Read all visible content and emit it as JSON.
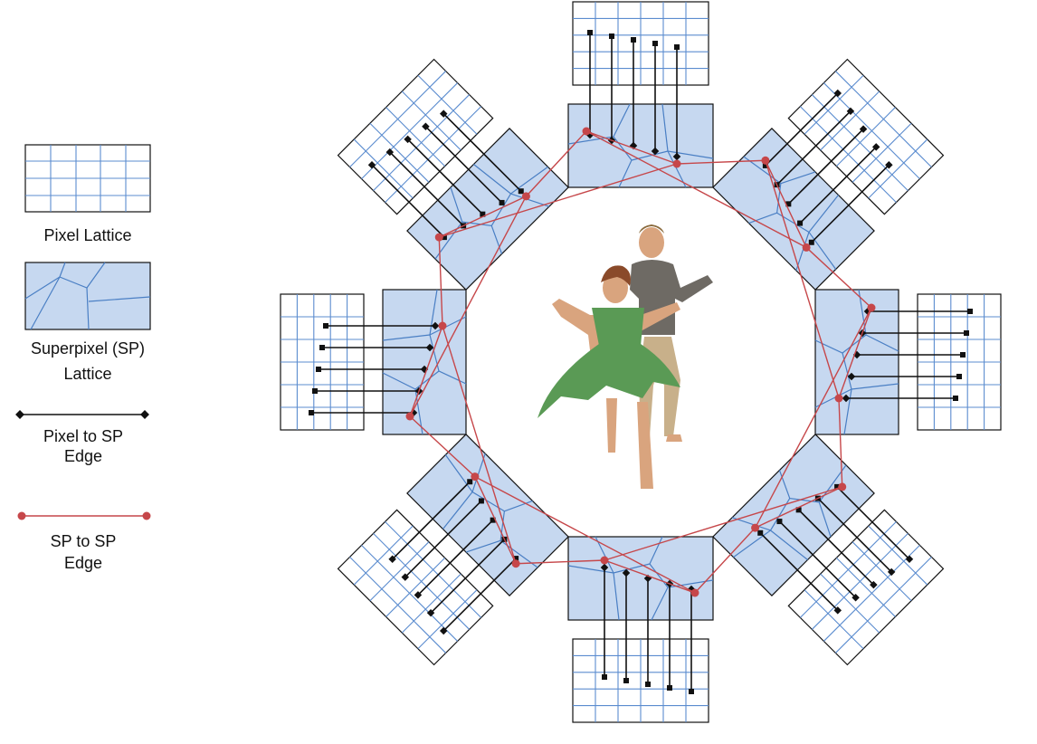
{
  "legend": {
    "pixel_lattice": "Pixel Lattice",
    "superpixel_lattice_line1": "Superpixel (SP)",
    "superpixel_lattice_line2": "Lattice",
    "pixel_to_sp_edge_line1": "Pixel to SP",
    "pixel_to_sp_edge_line2": "Edge",
    "sp_to_sp_edge_line1": "SP to SP",
    "sp_to_sp_edge_line2": "Edge"
  },
  "center_image": {
    "description_icon": "dancers-photo-icon"
  },
  "colors": {
    "sp_fill": "#c6d8f0",
    "lattice_blue": "#5b8ccf",
    "sp_edge_red": "#c6474a",
    "outline_black": "#111111",
    "dress_green": "#5a9a55",
    "skin": "#d9a47e"
  },
  "views": 8
}
